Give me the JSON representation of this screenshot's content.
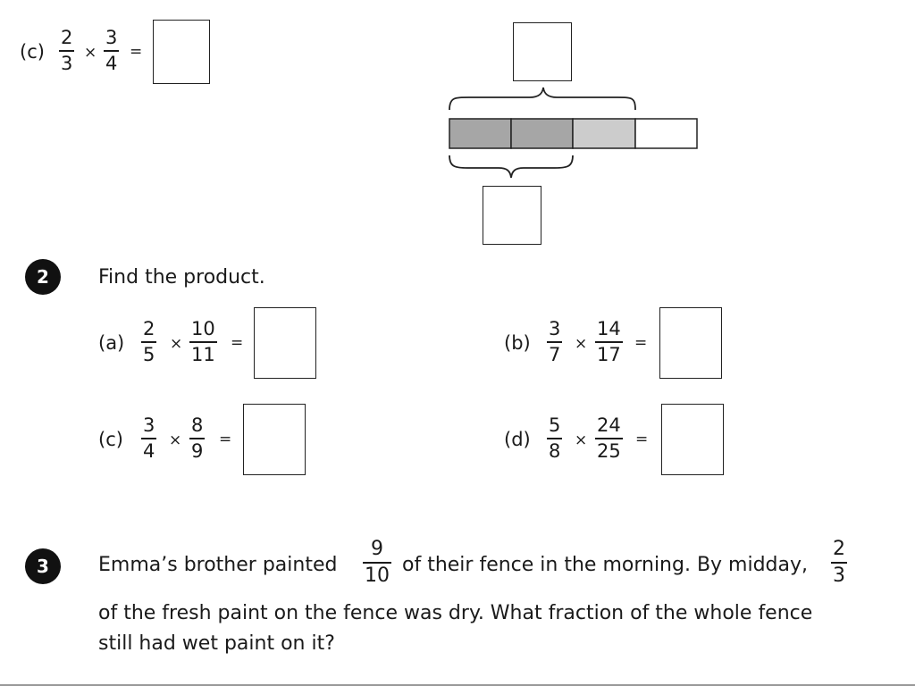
{
  "part_c_top": {
    "label": "(c)",
    "a": {
      "num": "2",
      "den": "3"
    },
    "b": {
      "num": "3",
      "den": "4"
    },
    "times": "×",
    "equals": "="
  },
  "bar_model": {
    "segments": 4,
    "dark_segments": 2,
    "light_segments": 1,
    "colors": {
      "dark": "#a6a6a6",
      "light": "#cccccc",
      "empty": "#ffffff",
      "stroke": "#222222"
    }
  },
  "question2": {
    "number": "2",
    "prompt": "Find the product.",
    "parts": [
      {
        "label": "(a)",
        "a": {
          "num": "2",
          "den": "5"
        },
        "b": {
          "num": "10",
          "den": "11"
        }
      },
      {
        "label": "(b)",
        "a": {
          "num": "3",
          "den": "7"
        },
        "b": {
          "num": "14",
          "den": "17"
        }
      },
      {
        "label": "(c)",
        "a": {
          "num": "3",
          "den": "4"
        },
        "b": {
          "num": "8",
          "den": "9"
        }
      },
      {
        "label": "(d)",
        "a": {
          "num": "5",
          "den": "8"
        },
        "b": {
          "num": "24",
          "den": "25"
        }
      }
    ],
    "times": "×",
    "equals": "="
  },
  "question3": {
    "number": "3",
    "line1_before": "Emma’s brother painted",
    "frac1": {
      "num": "9",
      "den": "10"
    },
    "line1_middle": "of their fence in the morning. By midday,",
    "frac2": {
      "num": "2",
      "den": "3"
    },
    "line2": "of the fresh paint on the fence was dry. What fraction of the whole fence",
    "line3": "still had wet paint on it?"
  }
}
